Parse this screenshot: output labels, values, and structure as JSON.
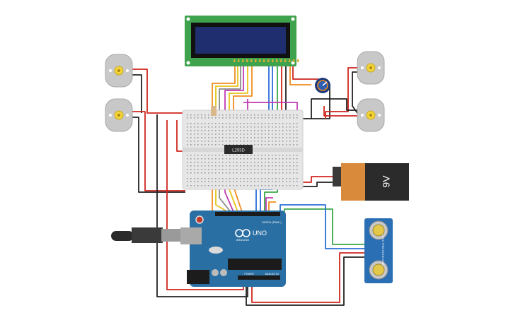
{
  "chip": {
    "label": "L293D"
  },
  "battery": {
    "label": "9V"
  },
  "arduino": {
    "brand": "ARDUINO",
    "model": "UNO",
    "digital_label": "DIGITAL (PWM~)",
    "power_label": "POWER",
    "analog_label": "ANALOG IN"
  },
  "sensor": {
    "pins": "VCC TRIG ECHO GND"
  },
  "colors": {
    "lcd_board": "#3fa34d",
    "lcd_screen": "#1f2e6e",
    "arduino_board": "#2a6fa3",
    "breadboard": "#e6e6e6",
    "battery_body": "#2b2b2b",
    "battery_cap": "#d98a3a",
    "motor": "#c8c8c8",
    "motor_hub": "#f2d43a",
    "wire_red": "#d0261e",
    "wire_black": "#222222",
    "wire_orange": "#f08c1e",
    "wire_yellow": "#e8c21a",
    "wire_blue": "#2b6fd6",
    "wire_green": "#3aa84a",
    "wire_magenta": "#c03ab0",
    "wire_gray": "#8a8a8a"
  }
}
